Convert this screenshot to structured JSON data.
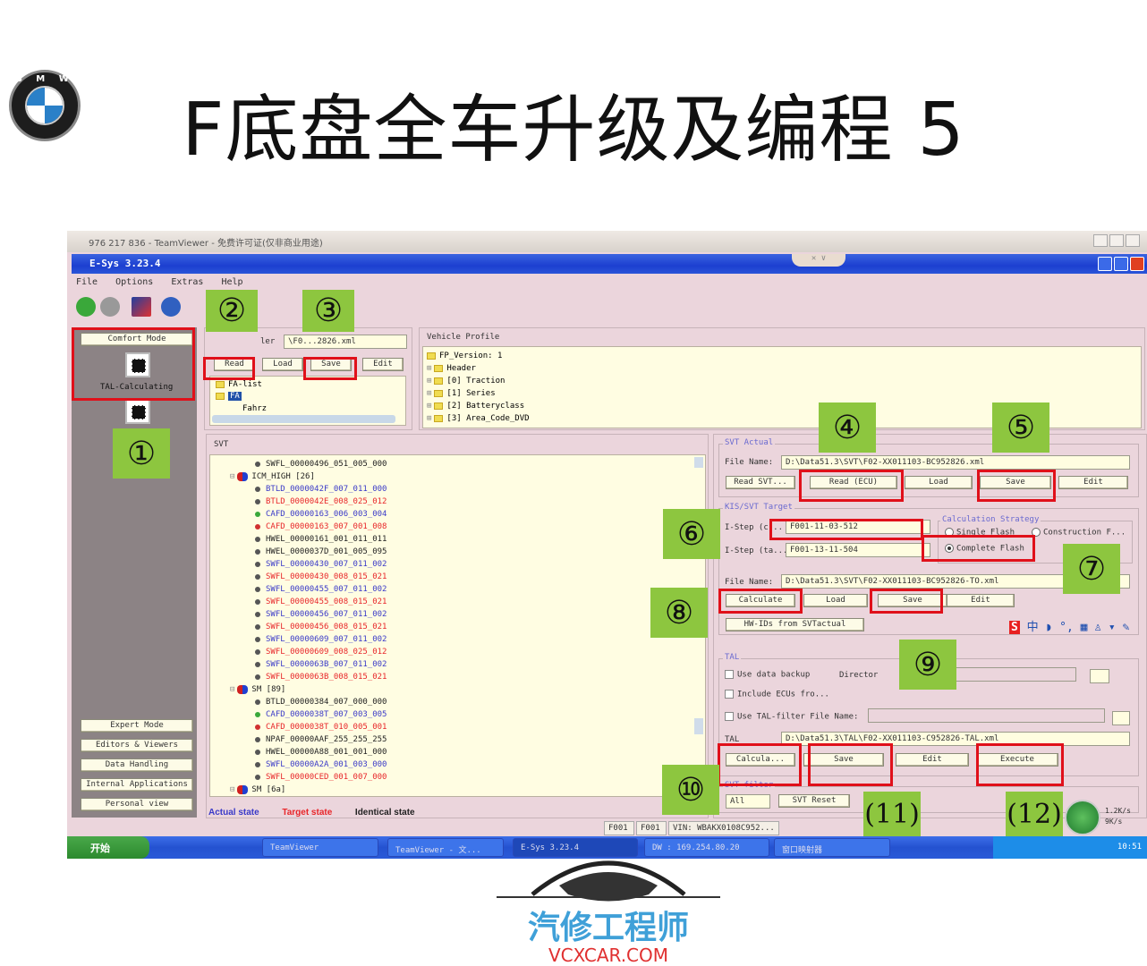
{
  "slide": {
    "title": "F底盘全车升级及编程 5",
    "logo_text": "BMW"
  },
  "teamviewer": {
    "title": "976 217 836 - TeamViewer - 免费许可证(仅非商业用途)"
  },
  "app": {
    "title": "E-Sys 3.23.4",
    "menu": [
      "File",
      "Options",
      "Extras",
      "Help"
    ]
  },
  "sidebar": {
    "comfort_mode": "Comfort Mode",
    "tal_calculating": "TAL-Calculating",
    "bottom_buttons": [
      "Expert Mode",
      "Editors & Viewers",
      "Data Handling",
      "Internal Applications",
      "Personal view"
    ]
  },
  "fa_panel": {
    "field_label": "ler",
    "file_field": "\\F0...2826.xml",
    "buttons": {
      "read": "Read",
      "load": "Load",
      "save": "Save",
      "edit": "Edit"
    },
    "tree": [
      "FA-list",
      "FA",
      "Fahrz"
    ]
  },
  "vehicle_profile": {
    "title": "Vehicle Profile",
    "items": [
      "FP_Version: 1",
      "Header",
      "[0] Traction",
      "[1] Series",
      "[2] Batteryclass",
      "[3] Area_Code_DVD"
    ]
  },
  "svt": {
    "title": "SVT",
    "items": [
      {
        "text": "SWFL_00000496_051_005_000",
        "state": "identical",
        "level": 2
      },
      {
        "text": "ICM_HIGH [26]",
        "state": "group",
        "level": 1
      },
      {
        "text": "BTLD_0000042F_007_011_000",
        "state": "actual",
        "level": 2
      },
      {
        "text": "BTLD_0000042E_008_025_012",
        "state": "target",
        "level": 2
      },
      {
        "text": "CAFD_00000163_006_003_004",
        "state": "actual",
        "level": 2,
        "dot": "#3aa83a"
      },
      {
        "text": "CAFD_00000163_007_001_008",
        "state": "target",
        "level": 2,
        "dot": "#d03030"
      },
      {
        "text": "HWEL_00000161_001_011_011",
        "state": "identical",
        "level": 2
      },
      {
        "text": "HWEL_0000037D_001_005_095",
        "state": "identical",
        "level": 2
      },
      {
        "text": "SWFL_00000430_007_011_002",
        "state": "actual",
        "level": 2
      },
      {
        "text": "SWFL_00000430_008_015_021",
        "state": "target",
        "level": 2
      },
      {
        "text": "SWFL_00000455_007_011_002",
        "state": "actual",
        "level": 2
      },
      {
        "text": "SWFL_00000455_008_015_021",
        "state": "target",
        "level": 2
      },
      {
        "text": "SWFL_00000456_007_011_002",
        "state": "actual",
        "level": 2
      },
      {
        "text": "SWFL_00000456_008_015_021",
        "state": "target",
        "level": 2
      },
      {
        "text": "SWFL_00000609_007_011_002",
        "state": "actual",
        "level": 2
      },
      {
        "text": "SWFL_00000609_008_025_012",
        "state": "target",
        "level": 2
      },
      {
        "text": "SWFL_0000063B_007_011_002",
        "state": "actual",
        "level": 2
      },
      {
        "text": "SWFL_0000063B_008_015_021",
        "state": "target",
        "level": 2
      },
      {
        "text": "SM [89]",
        "state": "group",
        "level": 1
      },
      {
        "text": "BTLD_00000384_007_000_000",
        "state": "identical",
        "level": 2
      },
      {
        "text": "CAFD_0000038T_007_003_005",
        "state": "actual",
        "level": 2,
        "dot": "#3aa83a"
      },
      {
        "text": "CAFD_0000038T_010_005_001",
        "state": "target",
        "level": 2,
        "dot": "#d03030"
      },
      {
        "text": "NPAF_00000AAF_255_255_255",
        "state": "identical",
        "level": 2
      },
      {
        "text": "HWEL_00000A88_001_001_000",
        "state": "identical",
        "level": 2
      },
      {
        "text": "SWFL_00000A2A_001_003_000",
        "state": "actual",
        "level": 2
      },
      {
        "text": "SWFL_00000CED_001_007_000",
        "state": "target",
        "level": 2
      },
      {
        "text": "SM [6a]",
        "state": "group",
        "level": 1
      }
    ],
    "legend": {
      "actual": "Actual state",
      "target": "Target state",
      "identical": "Identical state"
    },
    "colors": {
      "actual": "#3a3ac8",
      "target": "#e8262a",
      "identical": "#222222"
    }
  },
  "svt_actual": {
    "group": "SVT Actual",
    "file_label": "File Name:",
    "file_value": "D:\\Data51.3\\SVT\\F02-XX011103-BC952826.xml",
    "buttons": {
      "read_svt": "Read SVT...",
      "read_ecu": "Read (ECU)",
      "load": "Load",
      "save": "Save",
      "edit": "Edit"
    }
  },
  "kis_target": {
    "group": "KIS/SVT Target",
    "istep_current_label": "I-Step (c...",
    "istep_current_value": "F001-11-03-512",
    "istep_target_label": "I-Step (ta...",
    "istep_target_value": "F001-13-11-504",
    "strategy_group": "Calculation Strategy",
    "strategy_options": [
      "Single Flash",
      "Construction F...",
      "Complete Flash"
    ],
    "strategy_selected": "Complete Flash",
    "file_label": "File Name:",
    "file_value": "D:\\Data51.3\\SVT\\F02-XX011103-BC952826-TO.xml",
    "buttons": {
      "calculate": "Calculate",
      "load": "Load",
      "save": "Save",
      "edit": "Edit",
      "hwids": "HW-IDs from SVTactual"
    }
  },
  "tal": {
    "group": "TAL",
    "use_backup": "Use data backup",
    "directory_label": "Director",
    "include_ecus": "Include ECUs fro...",
    "use_filter": "Use TAL-filter File Name:",
    "tal_label": "TAL",
    "tal_value": "D:\\Data51.3\\TAL\\F02-XX011103-C952826-TAL.xml",
    "buttons": {
      "calculate": "Calcula...",
      "save": "Save",
      "edit": "Edit",
      "execute": "Execute"
    }
  },
  "svt_filter": {
    "group": "SVT filter",
    "select_value": "All",
    "reset": "SVT Reset"
  },
  "status_bar": {
    "left": "F001",
    "mid": "F001",
    "vin": "VIN: WBAKX0108C952..."
  },
  "net_widget": {
    "up": "1.2K/s",
    "down": "9K/s"
  },
  "taskbar": {
    "start": "开始",
    "tasks": [
      "TeamViewer",
      "TeamViewer - 文...",
      "E-Sys 3.23.4",
      "DW : 169.254.80.20",
      "窗口映射器"
    ],
    "clock": "10:51"
  },
  "annotations": [
    "①",
    "②",
    "③",
    "④",
    "⑤",
    "⑥",
    "⑦",
    "⑧",
    "⑨",
    "⑩",
    "(11)",
    "(12)"
  ],
  "annotation_color": "#8dc63f",
  "highlight_color": "#e0101a",
  "watermark": {
    "cn": "汽修工程师",
    "en": "VCXCAR.COM"
  }
}
